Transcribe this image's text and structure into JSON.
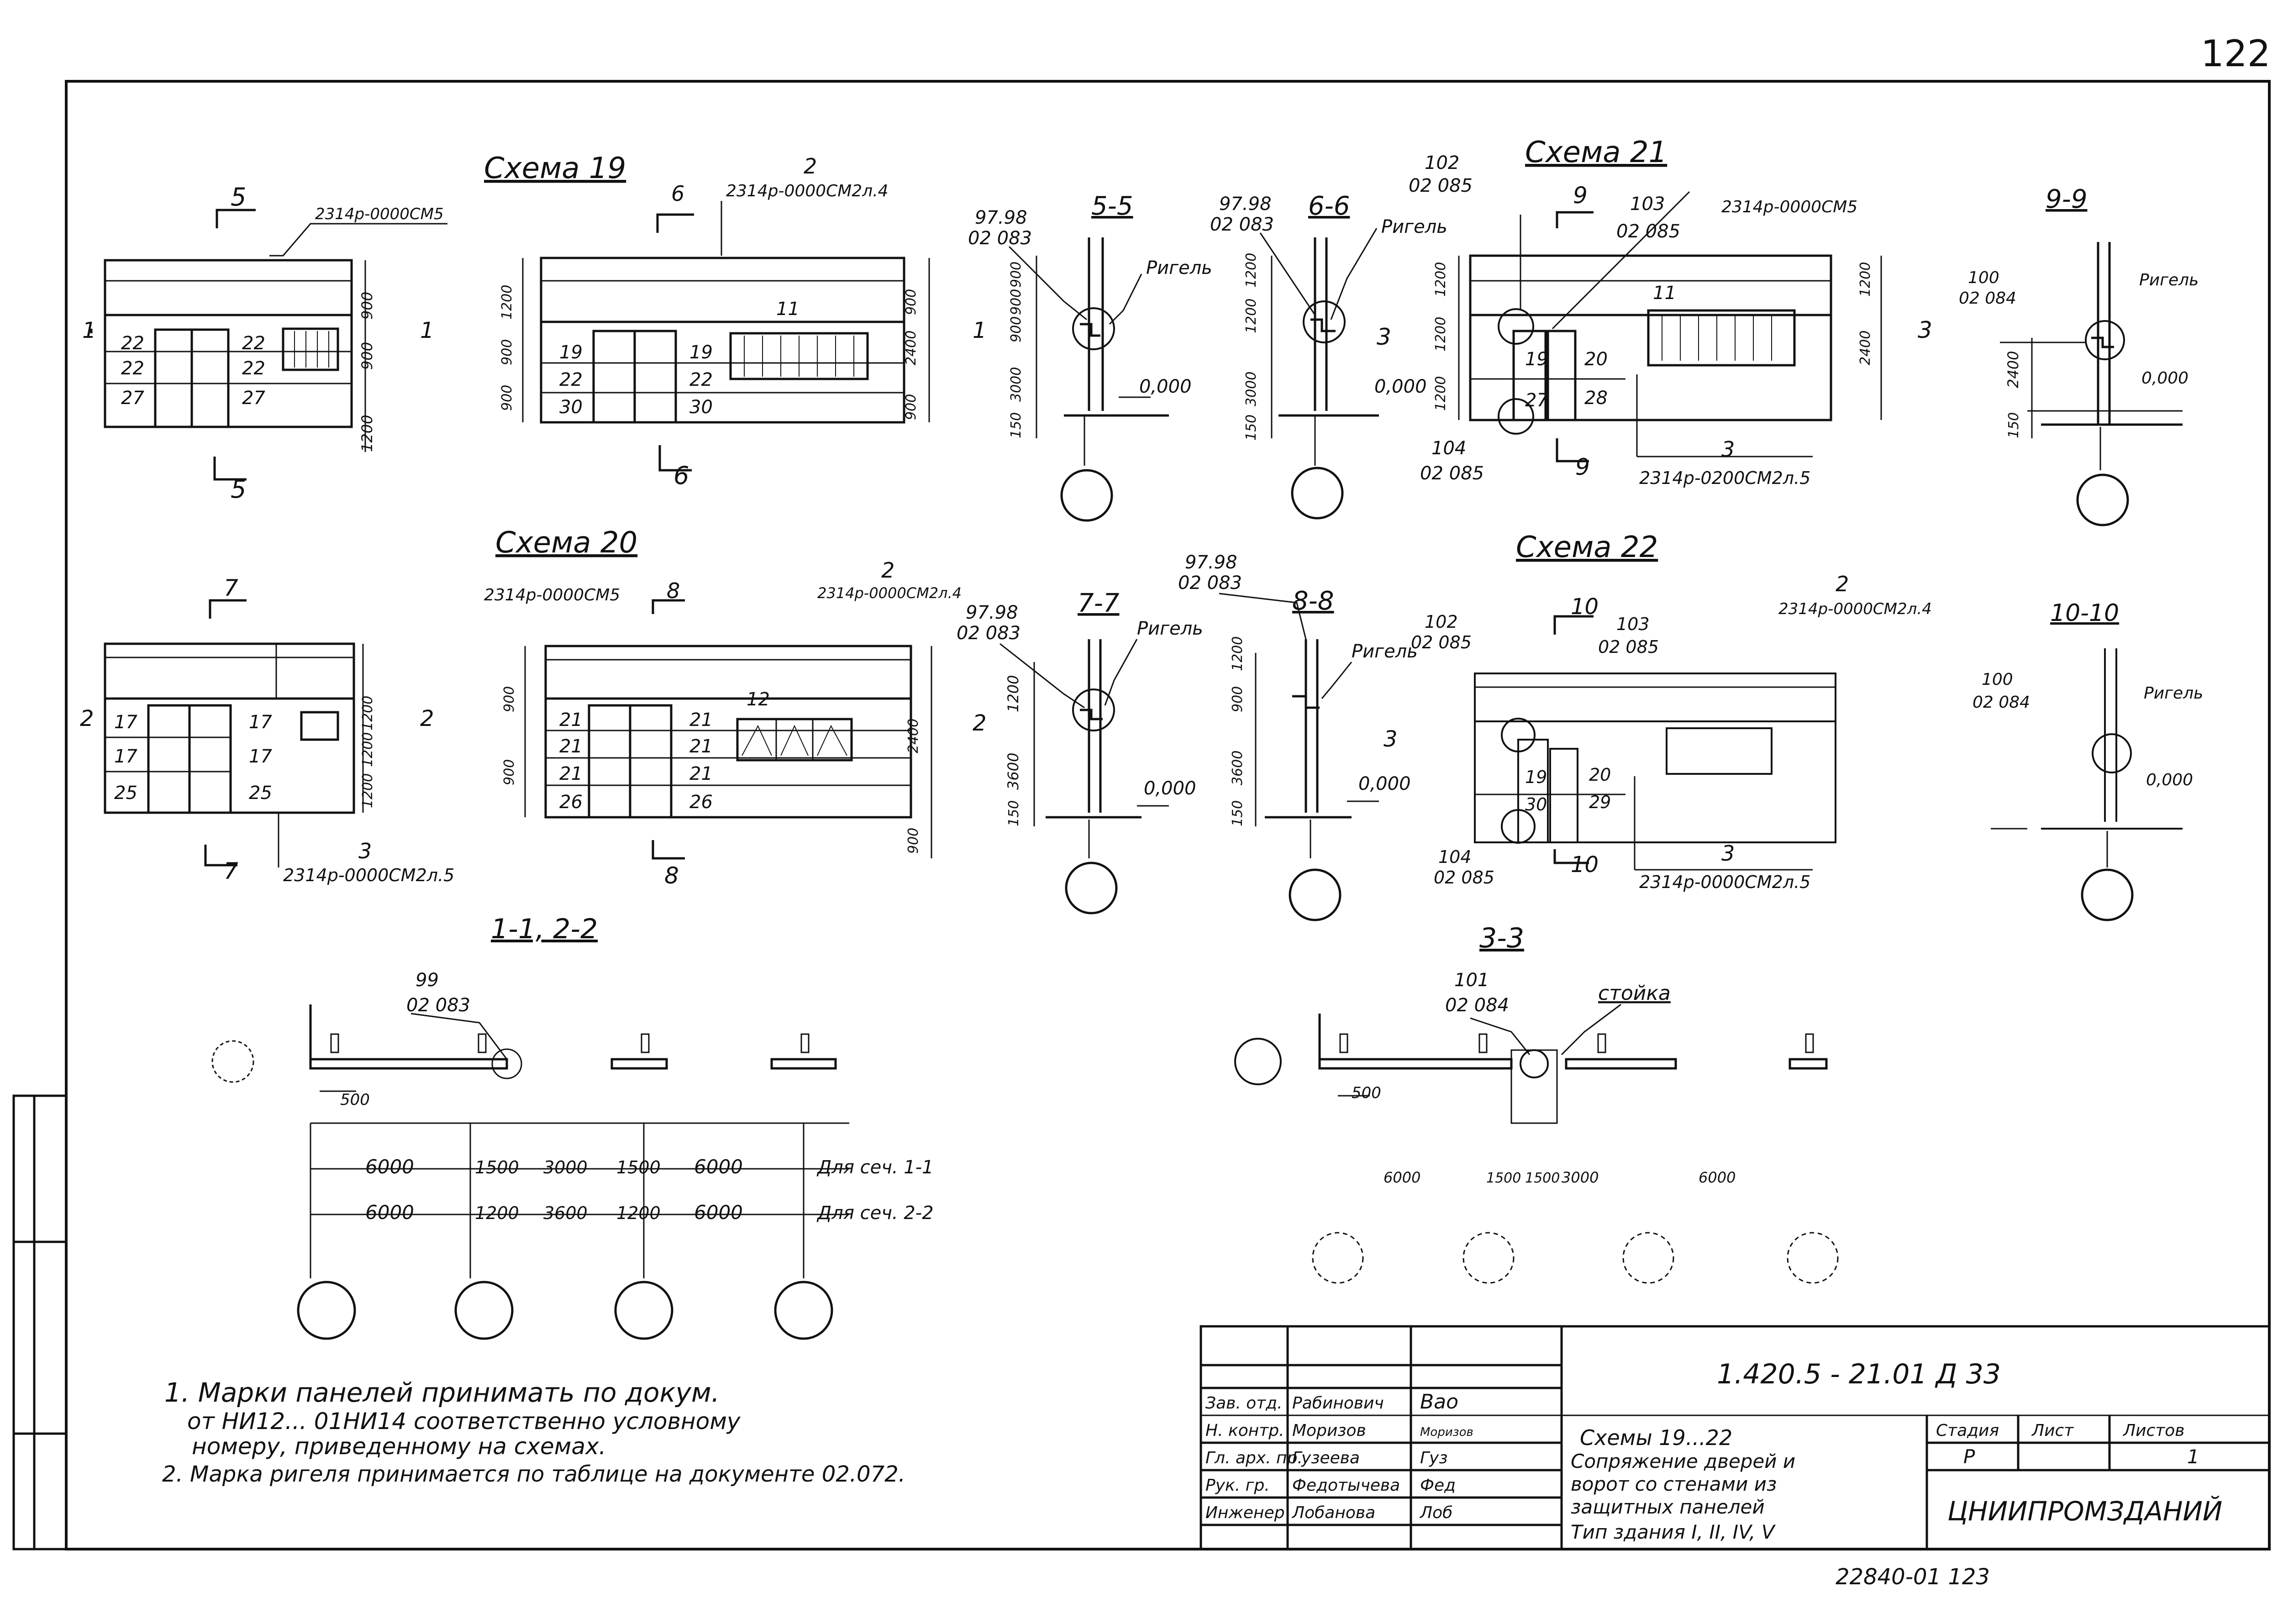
{
  "sheet": {
    "page_number": "122",
    "bottom_code": "22840-01 123"
  },
  "schemes": {
    "s19": {
      "title": "Схема 19",
      "sec_top": "5",
      "sec_bot": "5",
      "sec_mid": "6",
      "sec_mid_bot": "6",
      "mark1": "2314р-0000СМ5",
      "mark2_num": "2",
      "mark2": "2314р-0000СМ2л.4",
      "cut1": "1",
      "cut2": "1",
      "cut3": "1",
      "p11": "11",
      "cells_l": [
        "22",
        "22",
        "27"
      ],
      "cells_r": [
        "22",
        "22",
        "27"
      ],
      "cells2_l": [
        "19",
        "22",
        "30"
      ],
      "cells2_r": [
        "19",
        "22",
        "30"
      ],
      "dim_a": "900",
      "dim_b": "900",
      "dim_c": "1200",
      "dim_d": "900",
      "dim_e": "900",
      "dim_f": "1200",
      "dim_g": "2400",
      "dim_h": "900",
      "dim_i": "900"
    },
    "s20": {
      "title": "Схема 20",
      "sec_top": "7",
      "sec_bot": "7",
      "sec_mid": "8",
      "sec_mid_bot": "8",
      "mark1": "2314р-0000СМ5",
      "mark2_num": "2",
      "mark2": "2314р-0000СМ2л.4",
      "mark3_num": "3",
      "mark3": "2314р-0000СМ2л.5",
      "cut": "2",
      "p12": "12",
      "cells_l": [
        "17",
        "17",
        "25"
      ],
      "cells_r": [
        "17",
        "17",
        "25"
      ],
      "cells2_l": [
        "21",
        "21",
        "21",
        "26"
      ],
      "cells2_r": [
        "21",
        "21",
        "21",
        "26"
      ],
      "dim_a": "1200",
      "dim_b": "1200",
      "dim_c": "1200",
      "dim_d": "900",
      "dim_e": "900",
      "dim_f": "2400",
      "dim_g": "900"
    },
    "s21": {
      "title": "Схема 21",
      "n102": "102",
      "d102": "02 085",
      "n103": "103",
      "d103": "02 085",
      "n104": "104",
      "d104": "02 085",
      "mark1": "2314р-0000СМ5",
      "mark3_num": "3",
      "mark3": "2314р-0200СМ2л.5",
      "sec": "9",
      "sec_bot": "9",
      "cut3": "3",
      "p11": "11",
      "cells": [
        "19",
        "27",
        "20",
        "28"
      ],
      "dims": [
        "1200",
        "1200",
        "1200",
        "2400",
        "1200"
      ]
    },
    "s22": {
      "title": "Схема 22",
      "n102": "102",
      "d102": "02 085",
      "n103": "103",
      "d103": "02 085",
      "n104": "104",
      "d104": "02 085",
      "mark2_num": "2",
      "mark2": "2314р-0000СМ2л.4",
      "mark3_num": "3",
      "mark3": "2314р-0000СМ2л.5",
      "sec": "10",
      "sec_bot": "10",
      "cut3": "3",
      "cells": [
        "19",
        "30",
        "20",
        "29"
      ]
    }
  },
  "sections": {
    "s55": {
      "title": "5-5",
      "mk": "97.98",
      "doc": "02 083",
      "rigel": "Ригель",
      "lvl": "0,000",
      "dims": [
        "900",
        "900",
        "900",
        "3000",
        "150"
      ]
    },
    "s66": {
      "title": "6-6",
      "mk": "97.98",
      "doc": "02 083",
      "rigel": "Ригель",
      "lvl": "0,000",
      "dims": [
        "1200",
        "1200",
        "3000",
        "150"
      ]
    },
    "s77": {
      "title": "7-7",
      "mk": "97.98",
      "doc": "02 083",
      "rigel": "Ригель",
      "lvl": "0,000",
      "dims": [
        "1200",
        "3600",
        "150"
      ]
    },
    "s88": {
      "title": "8-8",
      "mk": "97.98",
      "doc": "02 083",
      "rigel": "Ригель",
      "lvl": "0,000",
      "dims": [
        "1200",
        "900",
        "3600",
        "150"
      ]
    },
    "s99": {
      "title": "9-9",
      "mk": "100",
      "doc": "02 084",
      "rigel": "Ригель",
      "lvl": "0,000",
      "dims": [
        "2400",
        "150"
      ]
    },
    "s1010": {
      "title": "10-10",
      "mk": "100",
      "doc": "02 084",
      "rigel": "Ригель",
      "lvl": "0,000"
    }
  },
  "plans": {
    "p1": {
      "title": "1-1, 2-2",
      "mk": "99",
      "doc": "02 083",
      "off": "500",
      "row1": [
        "6000",
        "1500",
        "3000",
        "1500",
        "6000"
      ],
      "row1_note": "Для сеч. 1-1",
      "row2": [
        "6000",
        "1200",
        "3600",
        "1200",
        "6000"
      ],
      "row2_note": "Для сеч. 2-2"
    },
    "p3": {
      "title": "3-3",
      "mk": "101",
      "doc": "02 084",
      "stoyka": "стойка",
      "off": "500",
      "row": [
        "6000",
        "1500",
        "1500",
        "3000",
        "6000"
      ]
    }
  },
  "notes": [
    "1. Марки панелей принимать по докум.",
    "от НИ12... 01НИ14 соответственно условному",
    "номеру, приведенному на схемах.",
    "2. Марка ригеля принимается по таблице на документе 02.072."
  ],
  "title_block": {
    "doc_code": "1.420.5 - 21.01 Д 33",
    "rows": [
      {
        "role": "Зав. отд.",
        "name": "Рабинович",
        "sign": "Вао"
      },
      {
        "role": "Н. контр.",
        "name": "Моризов",
        "sign": "Моризов"
      },
      {
        "role": "Гл. арх. пр.",
        "name": "Гузеева",
        "sign": "Гуз"
      },
      {
        "role": "Рук. гр.",
        "name": "Федотычева",
        "sign": "Фед"
      },
      {
        "role": "Инженер",
        "name": "Лобанова",
        "sign": "Лоб"
      }
    ],
    "description": [
      "Схемы 19...22",
      "Сопряжение дверей и",
      "ворот со стенами из",
      "защитных панелей",
      "Тип здания I, II, IV, V"
    ],
    "stage_label": "Стадия",
    "sheet_label": "Лист",
    "sheets_label": "Листов",
    "stage": "Р",
    "sheet": "",
    "sheets": "1",
    "org": "ЦНИИПРОМЗДАНИЙ"
  }
}
